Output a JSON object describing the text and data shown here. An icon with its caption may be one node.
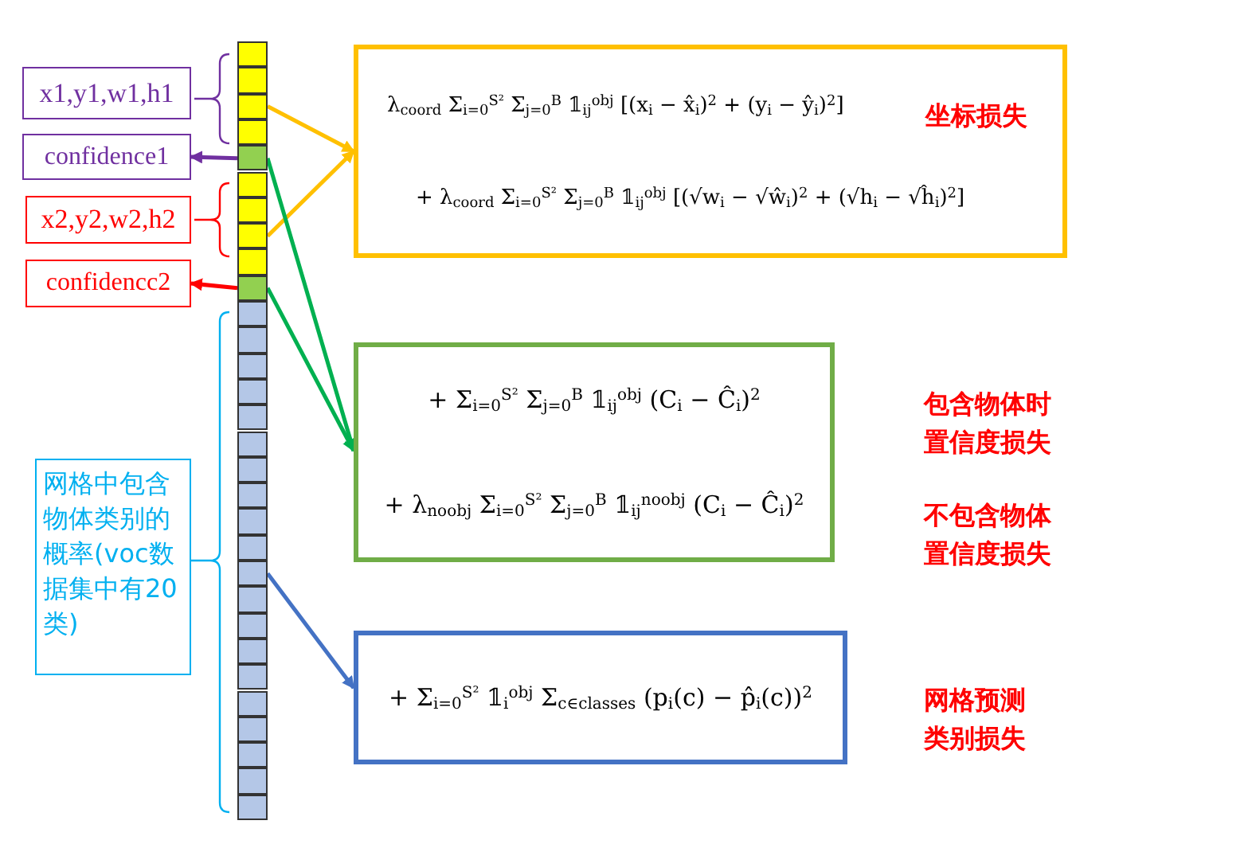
{
  "diagram": {
    "nodes": [
      {
        "text": [
          "x1,y1,w1,h1"
        ]
      },
      {
        "text": [
          "confidence1"
        ]
      },
      {
        "text": [
          "x2,y2,w2,h2"
        ]
      },
      {
        "text": [
          "confidencc2"
        ]
      },
      {
        "text": [
          "网格中包含物体类别的概率(voc数据集中有20类)"
        ]
      },
      {
        "text": [],
        "shape": "box"
      },
      {
        "text": [],
        "shape": "box"
      },
      {
        "text": [],
        "shape": "box"
      },
      {
        "text": [],
        "shape": "box"
      },
      {
        "text": [],
        "shape": "box"
      },
      {
        "text": [],
        "shape": "box"
      },
      {
        "text": [],
        "shape": "box"
      },
      {
        "text": [],
        "shape": "box"
      },
      {
        "text": [],
        "shape": "box"
      },
      {
        "text": [],
        "shape": "box"
      },
      {
        "text": [],
        "shape": "box"
      },
      {
        "text": [],
        "shape": "box"
      },
      {
        "text": [],
        "shape": "box"
      },
      {
        "text": [],
        "shape": "box"
      },
      {
        "text": [],
        "shape": "box"
      },
      {
        "text": [],
        "shape": "box"
      },
      {
        "text": [],
        "shape": "box"
      },
      {
        "text": [],
        "shape": "box"
      },
      {
        "text": [],
        "shape": "box"
      },
      {
        "text": [],
        "shape": "box"
      },
      {
        "text": [],
        "shape": "box"
      },
      {
        "text": [],
        "shape": "box"
      },
      {
        "text": [],
        "shape": "box"
      },
      {
        "text": [],
        "shape": "box"
      },
      {
        "text": [],
        "shape": "box"
      },
      {
        "text": [],
        "shape": "box"
      },
      {
        "text": [],
        "shape": "box"
      },
      {
        "text": [],
        "shape": "box"
      },
      {
        "text": [],
        "shape": "box"
      },
      {
        "text": [],
        "shape": "box"
      },
      {
        "text": [
          "λ$_{coord}$ Σ$_{i=0}$$^{S²}$ Σ$_{j=0}$$^{B}$ 𝟙$_{ij}$$^{obj}$ [(x$_{i}$ − x̂$_{i}$)$^{2}$ + (y$_{i}$ − ŷ$_{i}$)$^{2}$]",
          "坐标损失",
          "+ λ$_{coord}$ Σ$_{i=0}$$^{S²}$ Σ$_{j=0}$$^{B}$ 𝟙$_{ij}$$^{obj}$ [(√w$_{i}$ − √ŵ$_{i}$)$^{2}$ + (√h$_{i}$ − √ĥ$_{i}$)$^{2}$]"
        ]
      },
      {
        "text": [
          "+ Σ$_{i=0}$$^{S²}$ Σ$_{j=0}$$^{B}$ 𝟙$_{ij}$$^{obj}$ (C$_{i}$ − Ĉ$_{i}$)$^{2}$",
          "+ λ$_{noobj}$ Σ$_{i=0}$$^{S²}$ Σ$_{j=0}$$^{B}$ 𝟙$_{ij}$$^{noobj}$ (C$_{i}$ − Ĉ$_{i}$)$^{2}$"
        ],
        "beside": [
          "包含物体时置信度损失",
          "不包含物体置信度损失"
        ]
      },
      {
        "text": [
          "+ Σ$_{i=0}$$^{S²}$ 𝟙$_{i}$$^{obj}$ Σ$_{c∈classes}$ (p$_{i}$(c) − p̂$_{i}$(c))$^{2}$"
        ],
        "beside": [
          "网格预测类别损失"
        ]
      }
    ],
    "edges": [
      {
        "from": 7,
        "to": 35,
        "arrow": "to",
        "color": "#ffc000"
      },
      {
        "from": 12,
        "to": 35,
        "arrow": "to",
        "color": "#ffc000"
      },
      {
        "from": 9,
        "to": 36,
        "arrow": "to",
        "color": "#00b050"
      },
      {
        "from": 14,
        "to": 36,
        "arrow": "to",
        "color": "#00b050"
      },
      {
        "from": 25,
        "to": 37,
        "arrow": "to",
        "color": "#4472c4"
      },
      {
        "from": 9,
        "to": 1,
        "arrow": "to",
        "color": "#7030a0"
      },
      {
        "from": 14,
        "to": 3,
        "arrow": "to",
        "color": "#ff0000"
      }
    ]
  }
}
